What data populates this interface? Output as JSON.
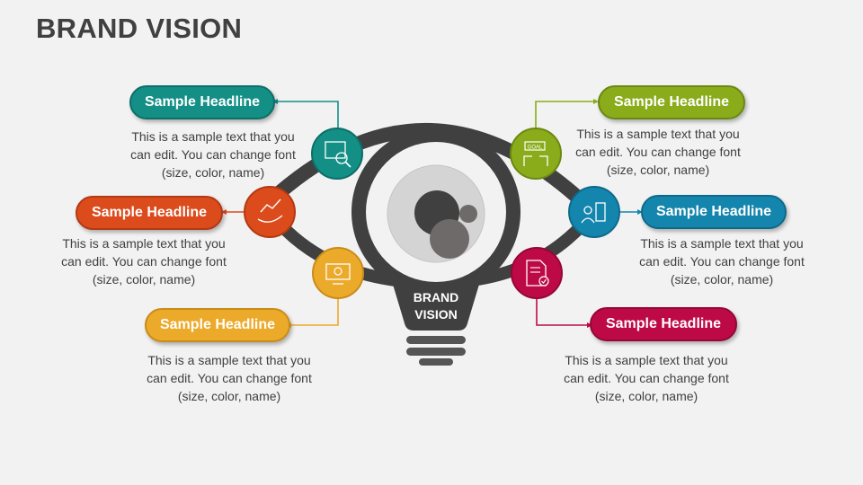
{
  "title": "BRAND VISION",
  "center": {
    "line1": "BRAND",
    "line2": "VISION"
  },
  "colors": {
    "teal": "#138f86",
    "orange": "#dc4b1c",
    "yellow": "#ecaa2b",
    "green": "#8aac1a",
    "blue": "#1486ad",
    "crimson": "#bd0a47",
    "dark": "#404040"
  },
  "items": [
    {
      "headline": "Sample Headline",
      "text": "This is a sample text that you can edit. You can change font (size, color, name)",
      "icon": "image-search-icon",
      "color": "teal"
    },
    {
      "headline": "Sample Headline",
      "text": "This is a sample text that you can edit. You can change font (size, color, name)",
      "icon": "growth-hand-icon",
      "color": "orange"
    },
    {
      "headline": "Sample Headline",
      "text": "This is a sample text that you can edit. You can change font (size, color, name)",
      "icon": "monitor-money-icon",
      "color": "yellow"
    },
    {
      "headline": "Sample Headline",
      "text": "This is a sample text that you can edit. You can change font (size, color, name)",
      "icon": "goal-icon",
      "color": "green"
    },
    {
      "headline": "Sample Headline",
      "text": "This is a sample text that you can edit. You can change font (size, color, name)",
      "icon": "strategy-presenter-icon",
      "color": "blue"
    },
    {
      "headline": "Sample Headline",
      "text": "This is a sample text that you can edit. You can change font (size, color, name)",
      "icon": "document-check-icon",
      "color": "crimson"
    }
  ]
}
